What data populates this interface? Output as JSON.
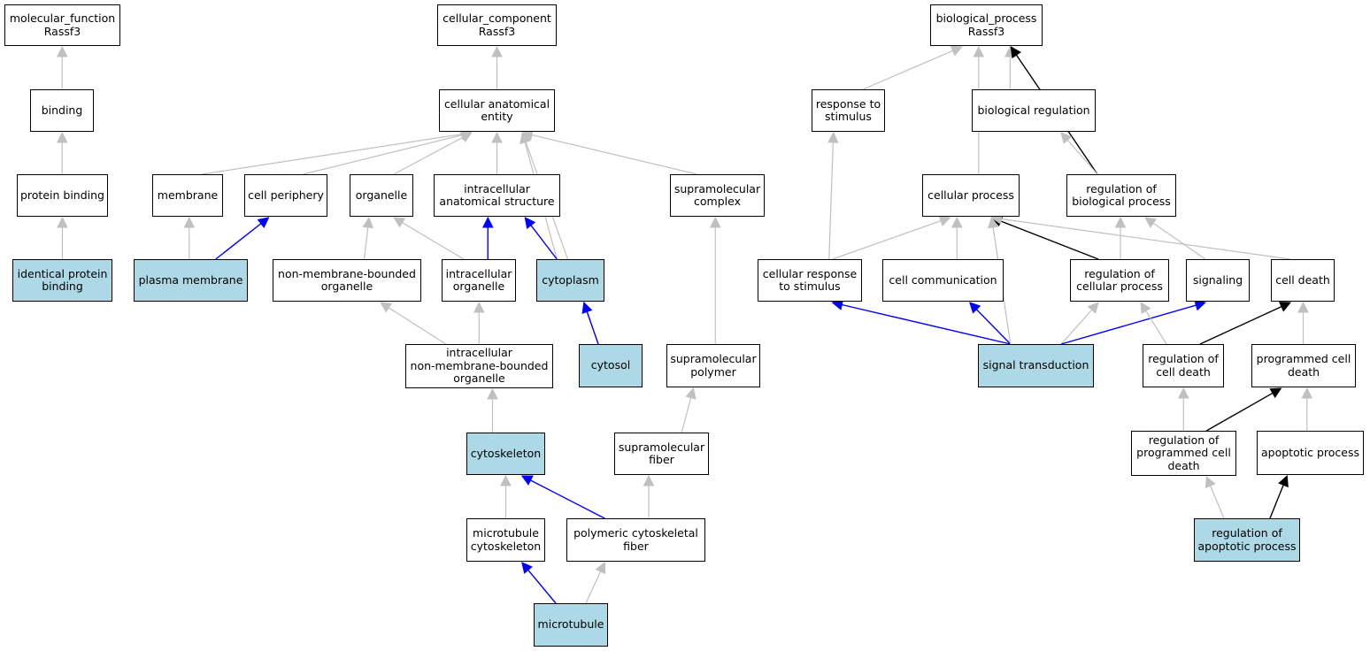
{
  "colors": {
    "node_fill": "#ffffff",
    "highlight_fill": "#add8e6",
    "edge_gray": "#c0c0c0",
    "edge_blue": "#0000ff",
    "edge_black": "#000000"
  },
  "nodes": {
    "mf_root": {
      "label": "molecular_function\nRassf3",
      "highlighted": false
    },
    "binding": {
      "label": "binding",
      "highlighted": false
    },
    "protein_binding": {
      "label": "protein binding",
      "highlighted": false
    },
    "identical_protein_binding": {
      "label": "identical protein\nbinding",
      "highlighted": true
    },
    "cc_root": {
      "label": "cellular_component\nRassf3",
      "highlighted": false
    },
    "cellular_anatomical_entity": {
      "label": "cellular anatomical\nentity",
      "highlighted": false
    },
    "membrane": {
      "label": "membrane",
      "highlighted": false
    },
    "cell_periphery": {
      "label": "cell periphery",
      "highlighted": false
    },
    "organelle": {
      "label": "organelle",
      "highlighted": false
    },
    "intracellular_anatomical_structure": {
      "label": "intracellular\nanatomical structure",
      "highlighted": false
    },
    "supramolecular_complex": {
      "label": "supramolecular\ncomplex",
      "highlighted": false
    },
    "plasma_membrane": {
      "label": "plasma membrane",
      "highlighted": true
    },
    "non_membrane_bounded_organelle": {
      "label": "non-membrane-bounded\norganelle",
      "highlighted": false
    },
    "intracellular_organelle": {
      "label": "intracellular\norganelle",
      "highlighted": false
    },
    "cytoplasm": {
      "label": "cytoplasm",
      "highlighted": true
    },
    "intracellular_nmb_organelle": {
      "label": "intracellular\nnon-membrane-bounded\norganelle",
      "highlighted": false
    },
    "cytosol": {
      "label": "cytosol",
      "highlighted": true
    },
    "supramolecular_polymer": {
      "label": "supramolecular\npolymer",
      "highlighted": false
    },
    "cytoskeleton": {
      "label": "cytoskeleton",
      "highlighted": true
    },
    "supramolecular_fiber": {
      "label": "supramolecular\nfiber",
      "highlighted": false
    },
    "microtubule_cytoskeleton": {
      "label": "microtubule\ncytoskeleton",
      "highlighted": false
    },
    "polymeric_cytoskeletal_fiber": {
      "label": "polymeric cytoskeletal\nfiber",
      "highlighted": false
    },
    "microtubule": {
      "label": "microtubule",
      "highlighted": true
    },
    "bp_root": {
      "label": "biological_process\nRassf3",
      "highlighted": false
    },
    "response_to_stimulus": {
      "label": "response to\nstimulus",
      "highlighted": false
    },
    "biological_regulation": {
      "label": "biological regulation",
      "highlighted": false
    },
    "cellular_process": {
      "label": "cellular process",
      "highlighted": false
    },
    "regulation_of_biological_process": {
      "label": "regulation of\nbiological process",
      "highlighted": false
    },
    "cellular_response_to_stimulus": {
      "label": "cellular response\nto stimulus",
      "highlighted": false
    },
    "cell_communication": {
      "label": "cell communication",
      "highlighted": false
    },
    "regulation_of_cellular_process": {
      "label": "regulation of\ncellular process",
      "highlighted": false
    },
    "signaling": {
      "label": "signaling",
      "highlighted": false
    },
    "cell_death": {
      "label": "cell death",
      "highlighted": false
    },
    "signal_transduction": {
      "label": "signal transduction",
      "highlighted": true
    },
    "regulation_of_cell_death": {
      "label": "regulation of\ncell death",
      "highlighted": false
    },
    "programmed_cell_death": {
      "label": "programmed cell\ndeath",
      "highlighted": false
    },
    "regulation_of_programmed_cell_death": {
      "label": "regulation of\nprogrammed cell\ndeath",
      "highlighted": false
    },
    "apoptotic_process": {
      "label": "apoptotic process",
      "highlighted": false
    },
    "regulation_of_apoptotic_process": {
      "label": "regulation of\napoptotic process",
      "highlighted": true
    }
  },
  "edges": [
    {
      "from": "binding",
      "to": "mf_root",
      "color": "gray"
    },
    {
      "from": "protein_binding",
      "to": "binding",
      "color": "gray"
    },
    {
      "from": "identical_protein_binding",
      "to": "protein_binding",
      "color": "gray"
    },
    {
      "from": "cellular_anatomical_entity",
      "to": "cc_root",
      "color": "gray"
    },
    {
      "from": "membrane",
      "to": "cellular_anatomical_entity",
      "color": "gray"
    },
    {
      "from": "cell_periphery",
      "to": "cellular_anatomical_entity",
      "color": "gray"
    },
    {
      "from": "organelle",
      "to": "cellular_anatomical_entity",
      "color": "gray"
    },
    {
      "from": "intracellular_anatomical_structure",
      "to": "cellular_anatomical_entity",
      "color": "gray"
    },
    {
      "from": "supramolecular_complex",
      "to": "cellular_anatomical_entity",
      "color": "gray"
    },
    {
      "from": "cytoplasm",
      "to": "cellular_anatomical_entity",
      "color": "gray"
    },
    {
      "from": "cytosol",
      "to": "cellular_anatomical_entity",
      "color": "gray"
    },
    {
      "from": "plasma_membrane",
      "to": "membrane",
      "color": "gray"
    },
    {
      "from": "plasma_membrane",
      "to": "cell_periphery",
      "color": "blue"
    },
    {
      "from": "non_membrane_bounded_organelle",
      "to": "organelle",
      "color": "gray"
    },
    {
      "from": "intracellular_organelle",
      "to": "organelle",
      "color": "gray"
    },
    {
      "from": "intracellular_organelle",
      "to": "intracellular_anatomical_structure",
      "color": "blue"
    },
    {
      "from": "cytoplasm",
      "to": "intracellular_anatomical_structure",
      "color": "blue"
    },
    {
      "from": "intracellular_nmb_organelle",
      "to": "non_membrane_bounded_organelle",
      "color": "gray"
    },
    {
      "from": "intracellular_nmb_organelle",
      "to": "intracellular_organelle",
      "color": "gray"
    },
    {
      "from": "cytosol",
      "to": "cytoplasm",
      "color": "blue"
    },
    {
      "from": "supramolecular_polymer",
      "to": "supramolecular_complex",
      "color": "gray"
    },
    {
      "from": "cytoskeleton",
      "to": "intracellular_nmb_organelle",
      "color": "gray"
    },
    {
      "from": "supramolecular_fiber",
      "to": "supramolecular_polymer",
      "color": "gray"
    },
    {
      "from": "microtubule_cytoskeleton",
      "to": "cytoskeleton",
      "color": "gray"
    },
    {
      "from": "polymeric_cytoskeletal_fiber",
      "to": "cytoskeleton",
      "color": "blue"
    },
    {
      "from": "polymeric_cytoskeletal_fiber",
      "to": "supramolecular_fiber",
      "color": "gray"
    },
    {
      "from": "microtubule",
      "to": "microtubule_cytoskeleton",
      "color": "blue"
    },
    {
      "from": "microtubule",
      "to": "polymeric_cytoskeletal_fiber",
      "color": "gray"
    },
    {
      "from": "response_to_stimulus",
      "to": "bp_root",
      "color": "gray"
    },
    {
      "from": "biological_regulation",
      "to": "bp_root",
      "color": "gray"
    },
    {
      "from": "cellular_process",
      "to": "bp_root",
      "color": "gray"
    },
    {
      "from": "regulation_of_biological_process",
      "to": "bp_root",
      "color": "black"
    },
    {
      "from": "regulation_of_biological_process",
      "to": "biological_regulation",
      "color": "gray"
    },
    {
      "from": "cellular_response_to_stimulus",
      "to": "response_to_stimulus",
      "color": "gray"
    },
    {
      "from": "cellular_response_to_stimulus",
      "to": "cellular_process",
      "color": "gray"
    },
    {
      "from": "cell_communication",
      "to": "cellular_process",
      "color": "gray"
    },
    {
      "from": "regulation_of_cellular_process",
      "to": "cellular_process",
      "color": "black"
    },
    {
      "from": "regulation_of_cellular_process",
      "to": "regulation_of_biological_process",
      "color": "gray"
    },
    {
      "from": "signaling",
      "to": "regulation_of_biological_process",
      "color": "gray"
    },
    {
      "from": "cell_death",
      "to": "cellular_process",
      "color": "gray"
    },
    {
      "from": "signal_transduction",
      "to": "cellular_response_to_stimulus",
      "color": "blue"
    },
    {
      "from": "signal_transduction",
      "to": "cell_communication",
      "color": "blue"
    },
    {
      "from": "signal_transduction",
      "to": "cellular_process",
      "color": "gray"
    },
    {
      "from": "signal_transduction",
      "to": "regulation_of_cellular_process",
      "color": "gray"
    },
    {
      "from": "signal_transduction",
      "to": "signaling",
      "color": "blue"
    },
    {
      "from": "regulation_of_cell_death",
      "to": "regulation_of_cellular_process",
      "color": "gray"
    },
    {
      "from": "regulation_of_cell_death",
      "to": "cell_death",
      "color": "black"
    },
    {
      "from": "programmed_cell_death",
      "to": "cell_death",
      "color": "gray"
    },
    {
      "from": "regulation_of_programmed_cell_death",
      "to": "regulation_of_cell_death",
      "color": "gray"
    },
    {
      "from": "regulation_of_programmed_cell_death",
      "to": "programmed_cell_death",
      "color": "black"
    },
    {
      "from": "apoptotic_process",
      "to": "programmed_cell_death",
      "color": "gray"
    },
    {
      "from": "regulation_of_apoptotic_process",
      "to": "regulation_of_programmed_cell_death",
      "color": "gray"
    },
    {
      "from": "regulation_of_apoptotic_process",
      "to": "apoptotic_process",
      "color": "black"
    }
  ]
}
